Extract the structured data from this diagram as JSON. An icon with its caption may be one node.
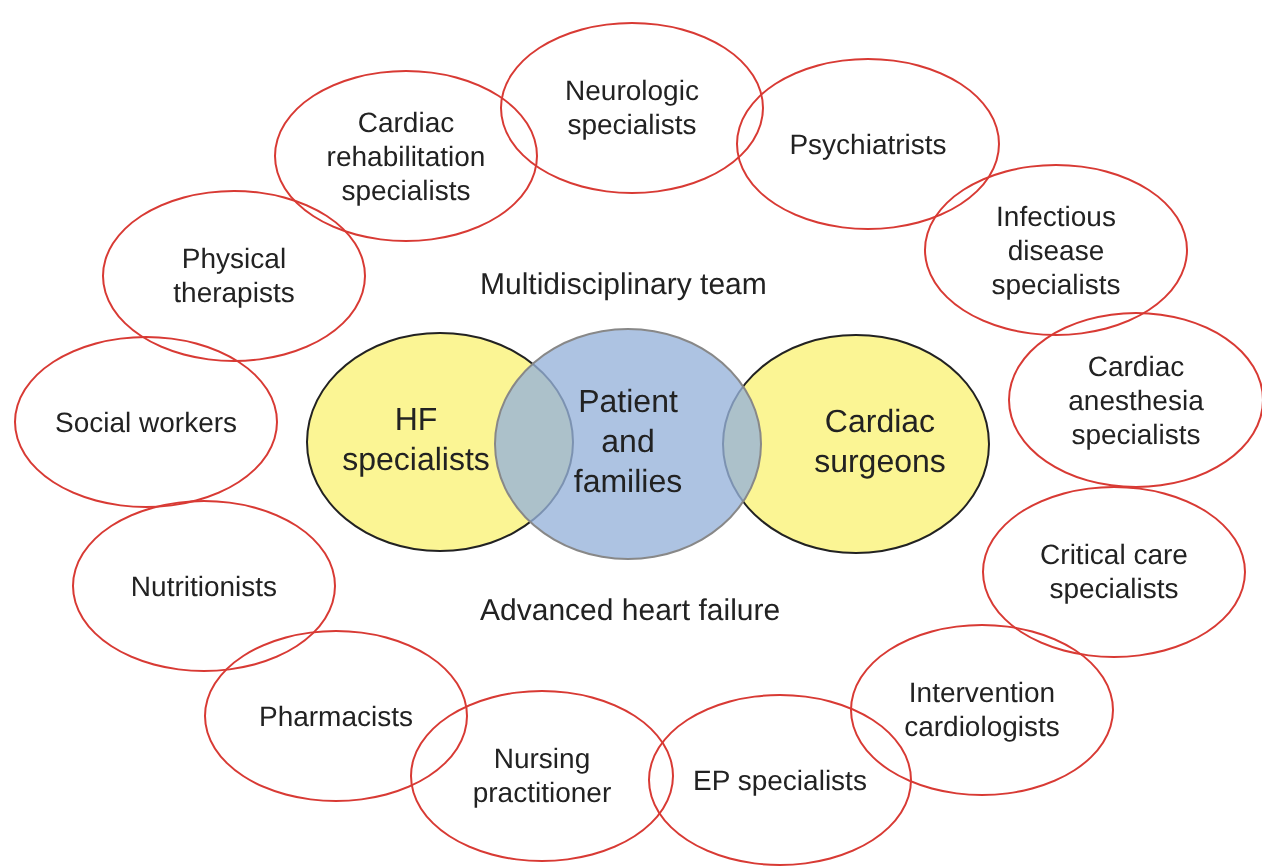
{
  "diagram": {
    "nodes": [
      {
        "text": [
          "Cardiac rehabilitation specialists"
        ]
      },
      {
        "text": [
          "Neurologic specialists"
        ]
      },
      {
        "text": [
          "Psychiatrists"
        ]
      },
      {
        "text": [
          "Infectious disease specialists"
        ]
      },
      {
        "text": [
          "Cardiac anesthesia specialists"
        ]
      },
      {
        "text": [
          "Critical care specialists"
        ]
      },
      {
        "text": [
          "Intervention cardiologists"
        ]
      },
      {
        "text": [
          "EP specialists"
        ]
      },
      {
        "text": [
          "Nursing practitioner"
        ]
      },
      {
        "text": [
          "Pharmacists"
        ]
      },
      {
        "text": [
          "Nutritionists"
        ]
      },
      {
        "text": [
          "Social workers"
        ]
      },
      {
        "text": [
          "Physical therapists"
        ]
      },
      {
        "text": [
          "HF specialists"
        ]
      },
      {
        "text": [
          "Patient and families"
        ]
      },
      {
        "text": [
          "Cardiac surgeons"
        ]
      }
    ],
    "edges": [],
    "labels": [
      "Multidisciplinary team",
      "Advanced heart failure"
    ]
  }
}
